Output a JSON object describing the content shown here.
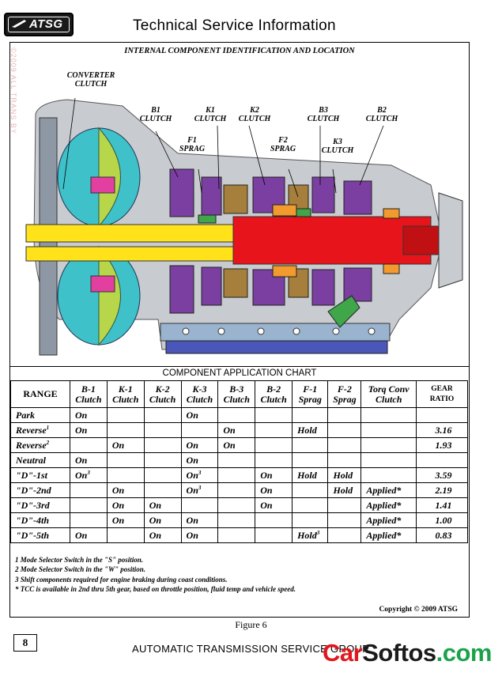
{
  "header": {
    "logo_text": "ATSG",
    "title": "Technical Service Information",
    "side_watermark": "©2009 ALL TRANS BY"
  },
  "diagram": {
    "title": "INTERNAL COMPONENT IDENTIFICATION AND LOCATION",
    "labels": {
      "converter_clutch": [
        "CONVERTER",
        "CLUTCH"
      ],
      "b1": [
        "B1",
        "CLUTCH"
      ],
      "k1": [
        "K1",
        "CLUTCH"
      ],
      "k2": [
        "K2",
        "CLUTCH"
      ],
      "b3": [
        "B3",
        "CLUTCH"
      ],
      "b2": [
        "B2",
        "CLUTCH"
      ],
      "f1": [
        "F1",
        "SPRAG"
      ],
      "f2": [
        "F2",
        "SPRAG"
      ],
      "k3": [
        "K3",
        "CLUTCH"
      ]
    }
  },
  "chart": {
    "title": "COMPONENT APPLICATION CHART",
    "headers": [
      "RANGE",
      "B-1 Clutch",
      "K-1 Clutch",
      "K-2 Clutch",
      "K-3 Clutch",
      "B-3 Clutch",
      "B-2 Clutch",
      "F-1 Sprag",
      "F-2 Sprag",
      "Torq Conv Clutch",
      "GEAR RATIO"
    ],
    "header_lines": [
      [
        "RANGE",
        ""
      ],
      [
        "B-1",
        "Clutch"
      ],
      [
        "K-1",
        "Clutch"
      ],
      [
        "K-2",
        "Clutch"
      ],
      [
        "K-3",
        "Clutch"
      ],
      [
        "B-3",
        "Clutch"
      ],
      [
        "B-2",
        "Clutch"
      ],
      [
        "F-1",
        "Sprag"
      ],
      [
        "F-2",
        "Sprag"
      ],
      [
        "Torq Conv",
        "Clutch"
      ],
      [
        "GEAR",
        "RATIO"
      ]
    ],
    "rows": [
      {
        "range": "Park",
        "sup": "",
        "cells": [
          "On",
          "",
          "",
          "On",
          "",
          "",
          "",
          "",
          "",
          ""
        ],
        "sups": [
          "",
          "",
          "",
          "",
          "",
          "",
          "",
          "",
          "",
          ""
        ]
      },
      {
        "range": "Reverse",
        "sup": "1",
        "cells": [
          "On",
          "",
          "",
          "",
          "On",
          "",
          "Hold",
          "",
          "",
          "3.16"
        ],
        "sups": [
          "",
          "",
          "",
          "",
          "",
          "",
          "",
          "",
          "",
          ""
        ]
      },
      {
        "range": "Reverse",
        "sup": "2",
        "cells": [
          "",
          "On",
          "",
          "On",
          "On",
          "",
          "",
          "",
          "",
          "1.93"
        ],
        "sups": [
          "",
          "",
          "",
          "",
          "",
          "",
          "",
          "",
          "",
          ""
        ]
      },
      {
        "range": "Neutral",
        "sup": "",
        "cells": [
          "On",
          "",
          "",
          "On",
          "",
          "",
          "",
          "",
          "",
          ""
        ],
        "sups": [
          "",
          "",
          "",
          "",
          "",
          "",
          "",
          "",
          "",
          ""
        ]
      },
      {
        "range": "\"D\"-1st",
        "sup": "",
        "cells": [
          "On",
          "",
          "",
          "On",
          "",
          "On",
          "Hold",
          "Hold",
          "",
          "3.59"
        ],
        "sups": [
          "3",
          "",
          "",
          "3",
          "",
          "",
          "",
          "",
          "",
          ""
        ]
      },
      {
        "range": "\"D\"-2nd",
        "sup": "",
        "cells": [
          "",
          "On",
          "",
          "On",
          "",
          "On",
          "",
          "Hold",
          "Applied*",
          "2.19"
        ],
        "sups": [
          "",
          "",
          "",
          "3",
          "",
          "",
          "",
          "",
          "",
          ""
        ]
      },
      {
        "range": "\"D\"-3rd",
        "sup": "",
        "cells": [
          "",
          "On",
          "On",
          "",
          "",
          "On",
          "",
          "",
          "Applied*",
          "1.41"
        ],
        "sups": [
          "",
          "",
          "",
          "",
          "",
          "",
          "",
          "",
          "",
          ""
        ]
      },
      {
        "range": "\"D\"-4th",
        "sup": "",
        "cells": [
          "",
          "On",
          "On",
          "On",
          "",
          "",
          "",
          "",
          "Applied*",
          "1.00"
        ],
        "sups": [
          "",
          "",
          "",
          "",
          "",
          "",
          "",
          "",
          "",
          ""
        ]
      },
      {
        "range": "\"D\"-5th",
        "sup": "",
        "cells": [
          "On",
          "",
          "On",
          "On",
          "",
          "",
          "Hold",
          "",
          "Applied*",
          "0.83"
        ],
        "sups": [
          "",
          "",
          "",
          "",
          "",
          "",
          "3",
          "",
          "",
          ""
        ]
      }
    ],
    "notes": [
      "1  Mode Selector Switch in the \"S\" position.",
      "2  Mode Selector Switch in the \"W\" position.",
      "3  Shift components required for engine braking during coast conditions.",
      "*  TCC is available in 2nd thru 5th gear, based on throttle position, fluid temp and vehicle speed."
    ],
    "copyright": "Copyright © 2009 ATSG"
  },
  "footer": {
    "figure": "Figure 6",
    "page_number": "8",
    "org": "AUTOMATIC TRANSMISSION SERVICE GROUP",
    "watermark": {
      "part1": "Car",
      "part2": "Softos",
      "part3": ".com"
    }
  },
  "colors": {
    "case_gray": "#c8ccd0",
    "converter_cyan": "#3ec1c8",
    "converter_green": "#b7d64a",
    "shaft_yellow": "#ffe21a",
    "output_red": "#e8141b",
    "clutch_purple": "#7a3fa0",
    "pan_blue": "#4a56b8",
    "steel_blue": "#9ab4cf"
  }
}
